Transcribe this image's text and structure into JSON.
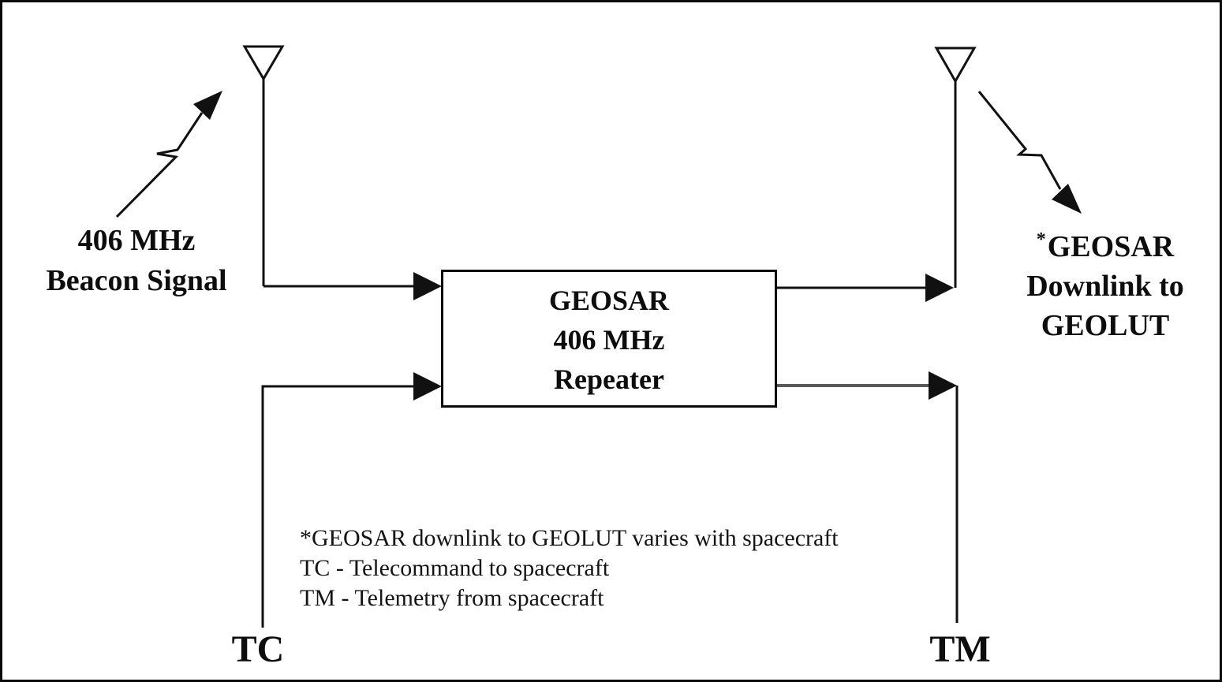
{
  "beacon": {
    "line1": "406 MHz",
    "line2": "Beacon Signal"
  },
  "repeater_box": {
    "line1": "GEOSAR",
    "line2": "406 MHz",
    "line3": "Repeater"
  },
  "downlink": {
    "asterisk": "*",
    "line1": "GEOSAR",
    "line2": "Downlink to",
    "line3": "GEOLUT"
  },
  "ports": {
    "tc": "TC",
    "tm": "TM"
  },
  "legend": {
    "line1": "*GEOSAR downlink to GEOLUT varies with spacecraft",
    "line2": "TC - Telecommand to spacecraft",
    "line3": "TM - Telemetry from spacecraft"
  },
  "colors": {
    "line": "#111111",
    "gray_line": "#595959",
    "background": "#ffffff",
    "border": "#0a0a0a"
  }
}
